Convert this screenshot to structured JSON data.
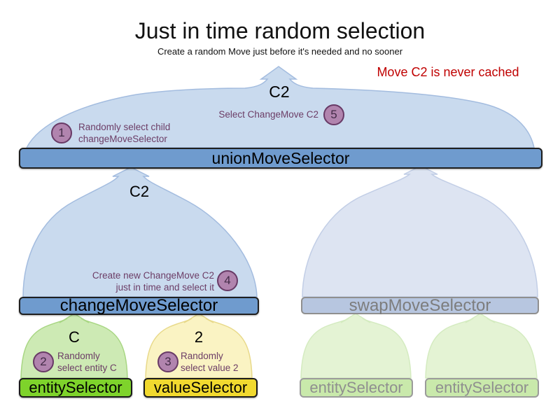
{
  "title": "Just in time random selection",
  "subtitle": "Create a random Move just before it's needed and no sooner",
  "annotation_note": "Move C2 is never cached",
  "selectors": {
    "union": "unionMoveSelector",
    "change": "changeMoveSelector",
    "swap": "swapMoveSelector",
    "entity": "entitySelector",
    "value": "valueSelector",
    "entity_faded_left": "entitySelector",
    "entity_faded_right": "entitySelector"
  },
  "move_labels": {
    "union_output": "C2",
    "change_output": "C2",
    "entity_output": "C",
    "value_output": "2"
  },
  "steps": [
    {
      "num": "1",
      "line1": "Randomly select child",
      "line2": "changeMoveSelector"
    },
    {
      "num": "2",
      "line1": "Randomly",
      "line2": "select entity C"
    },
    {
      "num": "3",
      "line1": "Randomly",
      "line2": "select value 2"
    },
    {
      "num": "4",
      "line1": "Create new ChangeMove C2",
      "line2": "just in time and select it"
    },
    {
      "num": "5",
      "line1": "Select ChangeMove C2"
    }
  ],
  "colors": {
    "selector_blue": "#6f9bce",
    "arch_blue": "#c9daee",
    "faded_blue_bar": "#b7c6e0",
    "faded_blue_arch": "#dde4f2",
    "entity_green": "#7ed32b",
    "entity_arch_green": "#cdeab4",
    "value_yellow": "#f1d92f",
    "value_arch_yellow": "#faf3c3",
    "faded_green_bar": "#c9e9ab",
    "faded_green_arch": "#e4f3d4",
    "step_circle_fill": "#b184ae",
    "step_circle_border": "#683a66",
    "annotation_purple": "#6c3d66",
    "note_red": "#c00000"
  }
}
